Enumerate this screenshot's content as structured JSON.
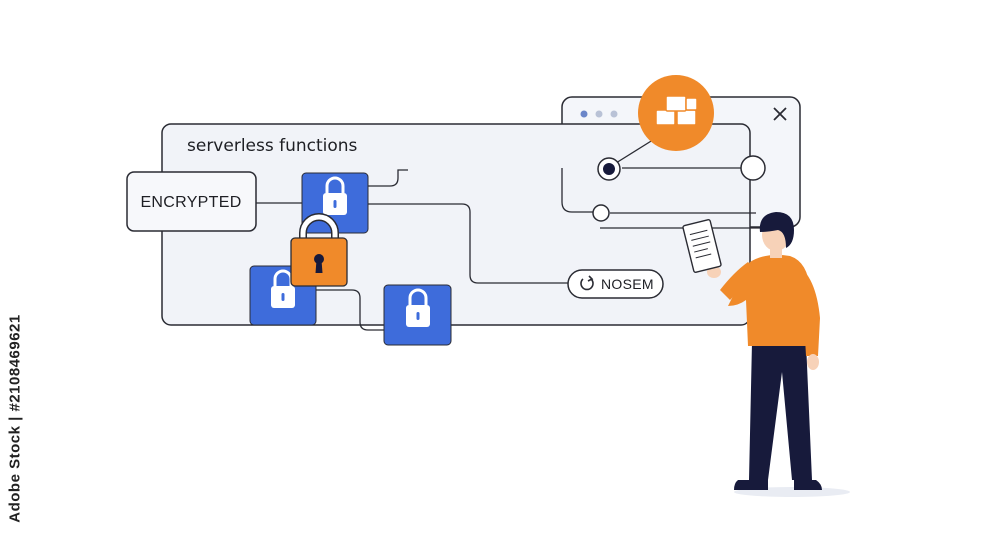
{
  "main_panel": {
    "title": "serverless functions"
  },
  "encrypted_box": {
    "label": "ENCRYPTED"
  },
  "nosem_pill": {
    "label": "NOSEM"
  },
  "stock_id": "Adobe Stock | #2108469621",
  "colors": {
    "lock_blue": "#3e6cdb",
    "lock_orange": "#f08a2a",
    "panel_fill": "#f1f3f8",
    "outline": "#2a2b33",
    "shirt": "#f08a2a",
    "pants": "#171a3b"
  },
  "icons": [
    "padlock-icon",
    "keyhole-padlock-icon",
    "boxes-icon",
    "close-icon",
    "refresh-icon",
    "document-icon"
  ]
}
